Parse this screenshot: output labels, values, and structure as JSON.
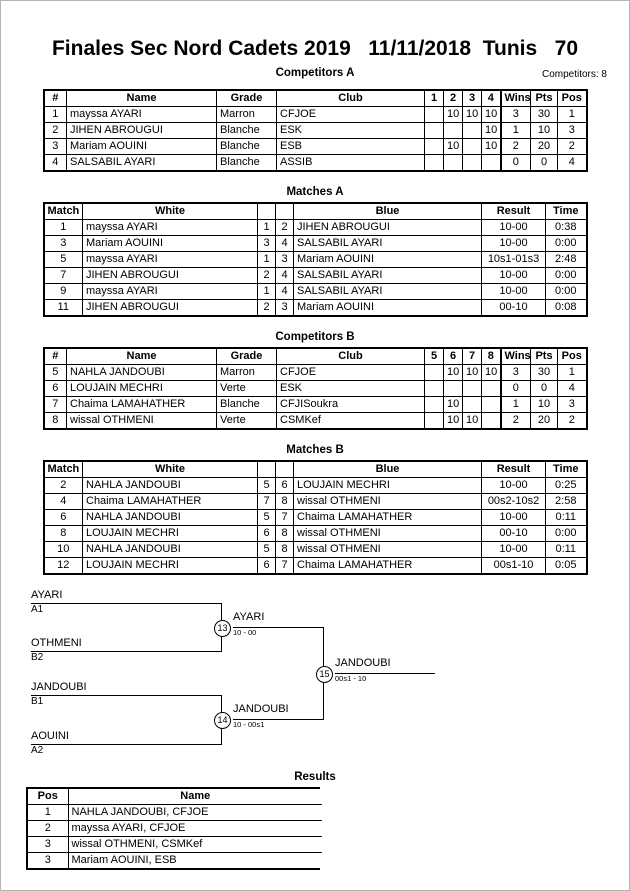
{
  "header": {
    "title": "Finales Sec Nord Cadets 2019   11/11/2018  Tunis   70",
    "competitors_count": "Competitors: 8"
  },
  "competitors_a": {
    "section_title": "Competitors A",
    "columns": [
      "#",
      "Name",
      "Grade",
      "Club",
      "1",
      "2",
      "3",
      "4",
      "Wins",
      "Pts",
      "Pos"
    ],
    "rows": [
      {
        "num": "1",
        "name": "mayssa AYARI",
        "grade": "Marron",
        "club": "CFJOE",
        "m1": "",
        "m2": "10",
        "m3": "10",
        "m4": "10",
        "wins": "3",
        "pts": "30",
        "pos": "1"
      },
      {
        "num": "2",
        "name": "JIHEN ABROUGUI",
        "grade": "Blanche",
        "club": "ESK",
        "m1": "",
        "m2": "",
        "m3": "",
        "m4": "10",
        "wins": "1",
        "pts": "10",
        "pos": "3"
      },
      {
        "num": "3",
        "name": "Mariam AOUINI",
        "grade": "Blanche",
        "club": "ESB",
        "m1": "",
        "m2": "10",
        "m3": "",
        "m4": "10",
        "wins": "2",
        "pts": "20",
        "pos": "2"
      },
      {
        "num": "4",
        "name": "SALSABIL AYARI",
        "grade": "Blanche",
        "club": "ASSIB",
        "m1": "",
        "m2": "",
        "m3": "",
        "m4": "",
        "wins": "0",
        "pts": "0",
        "pos": "4"
      }
    ]
  },
  "matches_a": {
    "section_title": "Matches A",
    "columns": [
      "Match",
      "White",
      "",
      "",
      "Blue",
      "Result",
      "Time"
    ],
    "rows": [
      {
        "match": "1",
        "white": "mayssa AYARI",
        "wn": "1",
        "bn": "2",
        "blue": "JIHEN ABROUGUI",
        "result": "10-00",
        "time": "0:38"
      },
      {
        "match": "3",
        "white": "Mariam AOUINI",
        "wn": "3",
        "bn": "4",
        "blue": "SALSABIL AYARI",
        "result": "10-00",
        "time": "0:00"
      },
      {
        "match": "5",
        "white": "mayssa AYARI",
        "wn": "1",
        "bn": "3",
        "blue": "Mariam AOUINI",
        "result": "10s1-01s3",
        "time": "2:48"
      },
      {
        "match": "7",
        "white": "JIHEN ABROUGUI",
        "wn": "2",
        "bn": "4",
        "blue": "SALSABIL AYARI",
        "result": "10-00",
        "time": "0:00"
      },
      {
        "match": "9",
        "white": "mayssa AYARI",
        "wn": "1",
        "bn": "4",
        "blue": "SALSABIL AYARI",
        "result": "10-00",
        "time": "0:00"
      },
      {
        "match": "11",
        "white": "JIHEN ABROUGUI",
        "wn": "2",
        "bn": "3",
        "blue": "Mariam AOUINI",
        "result": "00-10",
        "time": "0:08"
      }
    ]
  },
  "competitors_b": {
    "section_title": "Competitors B",
    "columns": [
      "#",
      "Name",
      "Grade",
      "Club",
      "5",
      "6",
      "7",
      "8",
      "Wins",
      "Pts",
      "Pos"
    ],
    "rows": [
      {
        "num": "5",
        "name": "NAHLA JANDOUBI",
        "grade": "Marron",
        "club": "CFJOE",
        "m1": "",
        "m2": "10",
        "m3": "10",
        "m4": "10",
        "wins": "3",
        "pts": "30",
        "pos": "1"
      },
      {
        "num": "6",
        "name": "LOUJAIN MECHRI",
        "grade": "Verte",
        "club": "ESK",
        "m1": "",
        "m2": "",
        "m3": "",
        "m4": "",
        "wins": "0",
        "pts": "0",
        "pos": "4"
      },
      {
        "num": "7",
        "name": "Chaima LAMAHATHER",
        "grade": "Blanche",
        "club": "CFJISoukra",
        "m1": "",
        "m2": "10",
        "m3": "",
        "m4": "",
        "wins": "1",
        "pts": "10",
        "pos": "3"
      },
      {
        "num": "8",
        "name": "wissal OTHMENI",
        "grade": "Verte",
        "club": "CSMKef",
        "m1": "",
        "m2": "10",
        "m3": "10",
        "m4": "",
        "wins": "2",
        "pts": "20",
        "pos": "2"
      }
    ]
  },
  "matches_b": {
    "section_title": "Matches B",
    "columns": [
      "Match",
      "White",
      "",
      "",
      "Blue",
      "Result",
      "Time"
    ],
    "rows": [
      {
        "match": "2",
        "white": "NAHLA JANDOUBI",
        "wn": "5",
        "bn": "6",
        "blue": "LOUJAIN MECHRI",
        "result": "10-00",
        "time": "0:25"
      },
      {
        "match": "4",
        "white": "Chaima LAMAHATHER",
        "wn": "7",
        "bn": "8",
        "blue": "wissal OTHMENI",
        "result": "00s2-10s2",
        "time": "2:58"
      },
      {
        "match": "6",
        "white": "NAHLA JANDOUBI",
        "wn": "5",
        "bn": "7",
        "blue": "Chaima LAMAHATHER",
        "result": "10-00",
        "time": "0:11"
      },
      {
        "match": "8",
        "white": "LOUJAIN MECHRI",
        "wn": "6",
        "bn": "8",
        "blue": "wissal OTHMENI",
        "result": "00-10",
        "time": "0:00"
      },
      {
        "match": "10",
        "white": "NAHLA JANDOUBI",
        "wn": "5",
        "bn": "8",
        "blue": "wissal OTHMENI",
        "result": "10-00",
        "time": "0:11"
      },
      {
        "match": "12",
        "white": "LOUJAIN MECHRI",
        "wn": "6",
        "bn": "7",
        "blue": "Chaima LAMAHATHER",
        "result": "00s1-10",
        "time": "0:05"
      }
    ]
  },
  "bracket": {
    "entries": [
      {
        "name": "AYARI",
        "seed": "A1"
      },
      {
        "name": "OTHMENI",
        "seed": "B2"
      },
      {
        "name": "JANDOUBI",
        "seed": "B1"
      },
      {
        "name": "AOUINI",
        "seed": "A2"
      }
    ],
    "semifinal_top": {
      "number": "13",
      "winner": "AYARI",
      "score": "10 - 00"
    },
    "semifinal_bottom": {
      "number": "14",
      "winner": "JANDOUBI",
      "score": "10 - 00s1"
    },
    "final": {
      "number": "15",
      "winner": "JANDOUBI",
      "score": "00s1 - 10"
    }
  },
  "results": {
    "section_title": "Results",
    "columns": [
      "Pos",
      "Name"
    ],
    "rows": [
      {
        "pos": "1",
        "name": "NAHLA JANDOUBI, CFJOE"
      },
      {
        "pos": "2",
        "name": "mayssa AYARI, CFJOE"
      },
      {
        "pos": "3",
        "name": "wissal OTHMENI, CSMKef"
      },
      {
        "pos": "3",
        "name": "Mariam AOUINI, ESB"
      }
    ]
  }
}
